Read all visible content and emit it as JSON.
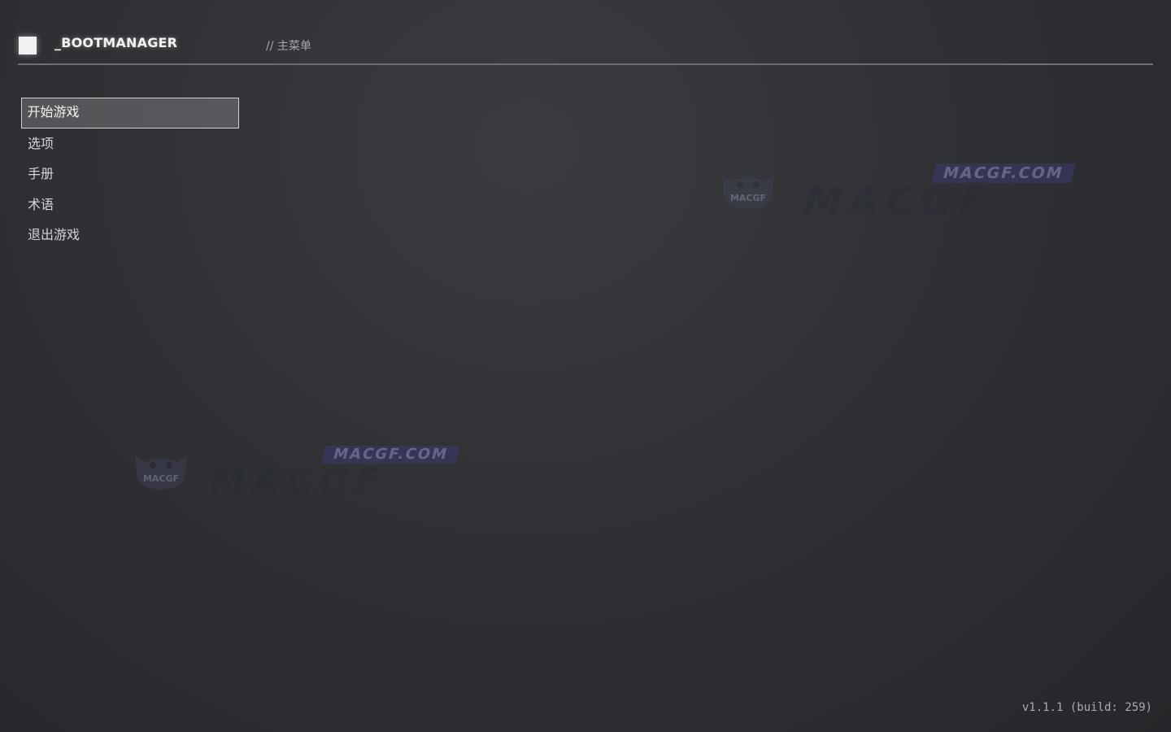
{
  "header": {
    "title": "_BOOTMANAGER",
    "breadcrumb": "// 主菜单"
  },
  "menu": {
    "items": [
      {
        "label": "开始游戏",
        "selected": true
      },
      {
        "label": "选项",
        "selected": false
      },
      {
        "label": "手册",
        "selected": false
      },
      {
        "label": "术语",
        "selected": false
      },
      {
        "label": "退出游戏",
        "selected": false
      }
    ]
  },
  "watermark": {
    "badge_text": "MACGF.COM",
    "logo_text": "MACGF",
    "big_text": "MACGF",
    "badge_color": "#3b3a6e"
  },
  "footer": {
    "version": "v1.1.1 (build: 259)"
  },
  "colors": {
    "background": "#2f3135",
    "accent": "#f1f1f1",
    "divider": "#6b6e72"
  }
}
